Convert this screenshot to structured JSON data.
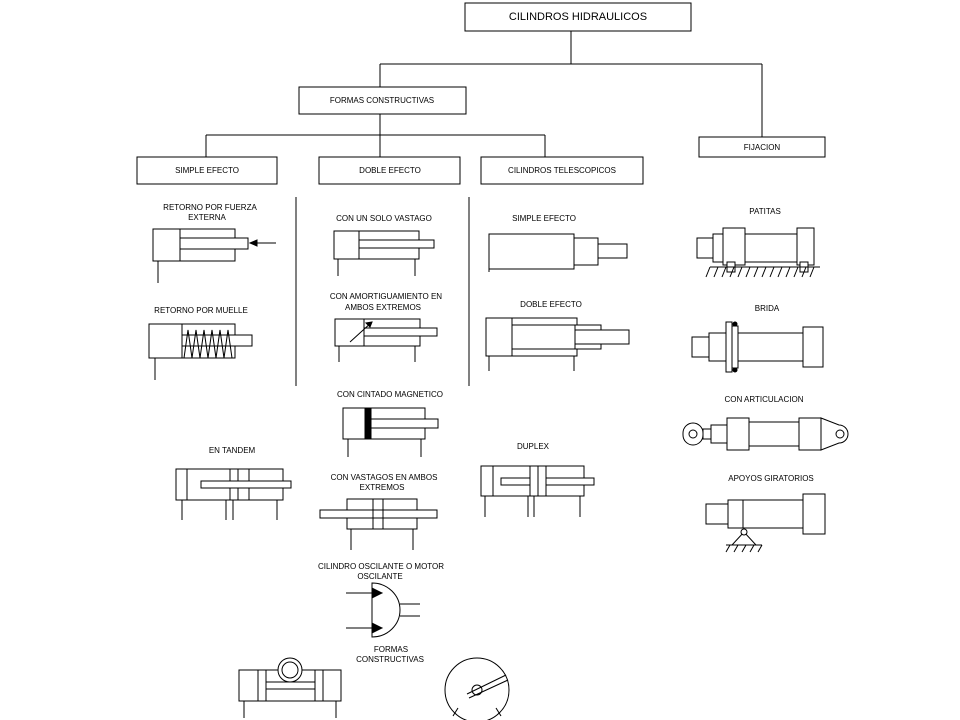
{
  "root": {
    "title": "CILINDROS HIDRAULICOS"
  },
  "branches": {
    "formas": "FORMAS   CONSTRUCTIVAS",
    "fijacion": "FIJACION"
  },
  "categories": {
    "simple": "SIMPLE EFECTO",
    "doble": "DOBLE EFECTO",
    "telescopicos": "CILINDROS TELESCOPICOS"
  },
  "simple_items": {
    "fuerza_line1": "RETORNO POR FUERZA",
    "fuerza_line2": "EXTERNA",
    "muelle": "RETORNO POR MUELLE",
    "tandem": "EN TANDEM"
  },
  "doble_items": {
    "vastago": "CON UN SOLO VASTAGO",
    "amort_line1": "CON AMORTIGUAMIENTO EN",
    "amort_line2": "AMBOS EXTREMOS",
    "magnetico": "CON CINTADO MAGNETICO",
    "ambos_line1": "CON VASTAGOS EN AMBOS",
    "ambos_line2": "EXTREMOS",
    "oscilante_line1": "CILINDRO OSCILANTE O MOTOR",
    "oscilante_line2": "OSCILANTE",
    "formas_line1": "FORMAS",
    "formas_line2": "CONSTRUCTIVAS"
  },
  "tele_items": {
    "simple": "SIMPLE EFECTO",
    "doble": "DOBLE EFECTO",
    "duplex": "DUPLEX"
  },
  "fijacion_items": {
    "patitas": "PATITAS",
    "brida": "BRIDA",
    "articulacion": "CON  ARTICULACION",
    "apoyos": "APOYOS  GIRATORIOS"
  }
}
